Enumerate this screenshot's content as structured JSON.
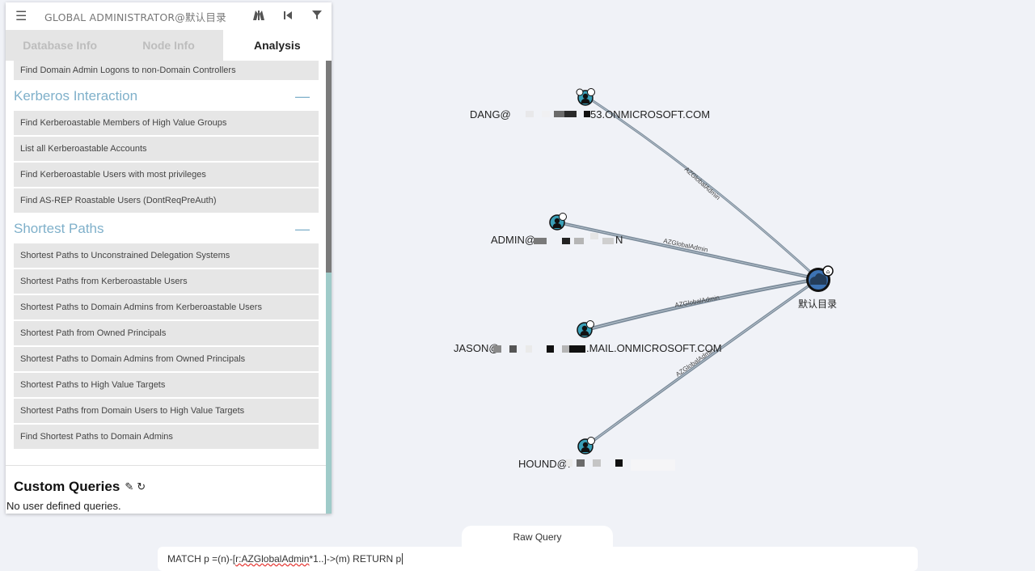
{
  "header": {
    "menu_icon": "hamburger-icon",
    "title": "GLOBAL ADMINISTRATOR@默认目录",
    "icons": [
      "path-finding-icon",
      "back-icon",
      "filter-icon"
    ]
  },
  "tabs": [
    {
      "label": "Database Info",
      "active": false
    },
    {
      "label": "Node Info",
      "active": false
    },
    {
      "label": "Analysis",
      "active": true
    }
  ],
  "sections": {
    "top_item": "Find Domain Admin Logons to non-Domain Controllers",
    "kerberos": {
      "title": "Kerberos Interaction",
      "collapse": "—",
      "items": [
        "Find Kerberoastable Members of High Value Groups",
        "List all Kerberoastable Accounts",
        "Find Kerberoastable Users with most privileges",
        "Find AS-REP Roastable Users (DontReqPreAuth)"
      ]
    },
    "shortest": {
      "title": "Shortest Paths",
      "collapse": "—",
      "items": [
        "Shortest Paths to Unconstrained Delegation Systems",
        "Shortest Paths from Kerberoastable Users",
        "Shortest Paths to Domain Admins from Kerberoastable Users",
        "Shortest Path from Owned Principals",
        "Shortest Paths to Domain Admins from Owned Principals",
        "Shortest Paths to High Value Targets",
        "Shortest Paths from Domain Users to High Value Targets",
        "Find Shortest Paths to Domain Admins"
      ]
    }
  },
  "custom": {
    "title": "Custom Queries",
    "edit_icon": "pencil-icon",
    "refresh_icon": "refresh-icon",
    "empty_text": "No user defined queries."
  },
  "graph": {
    "nodes": {
      "dang": "DANG@",
      "dang_suffix": "53.ONMICROSOFT.COM",
      "admin": "ADMIN@",
      "admin_suffix": "N",
      "jason": "JASON@",
      "jason_suffix": ".MAIL.ONMICROSOFT.COM",
      "hound": "HOUND@.",
      "tenant": "默认目录"
    },
    "edge_label": "AZGlobalAdmin",
    "colors": {
      "user_node": "#3aa0b8",
      "tenant_node": "#3d73b4",
      "edge": "#7a8a99"
    }
  },
  "raw_query": {
    "tab_label": "Raw Query",
    "prefix": "MATCH p =(n)-[",
    "flagged": "r:AZGlobalAdmin",
    "suffix": "*1..]->(m) RETURN p"
  }
}
